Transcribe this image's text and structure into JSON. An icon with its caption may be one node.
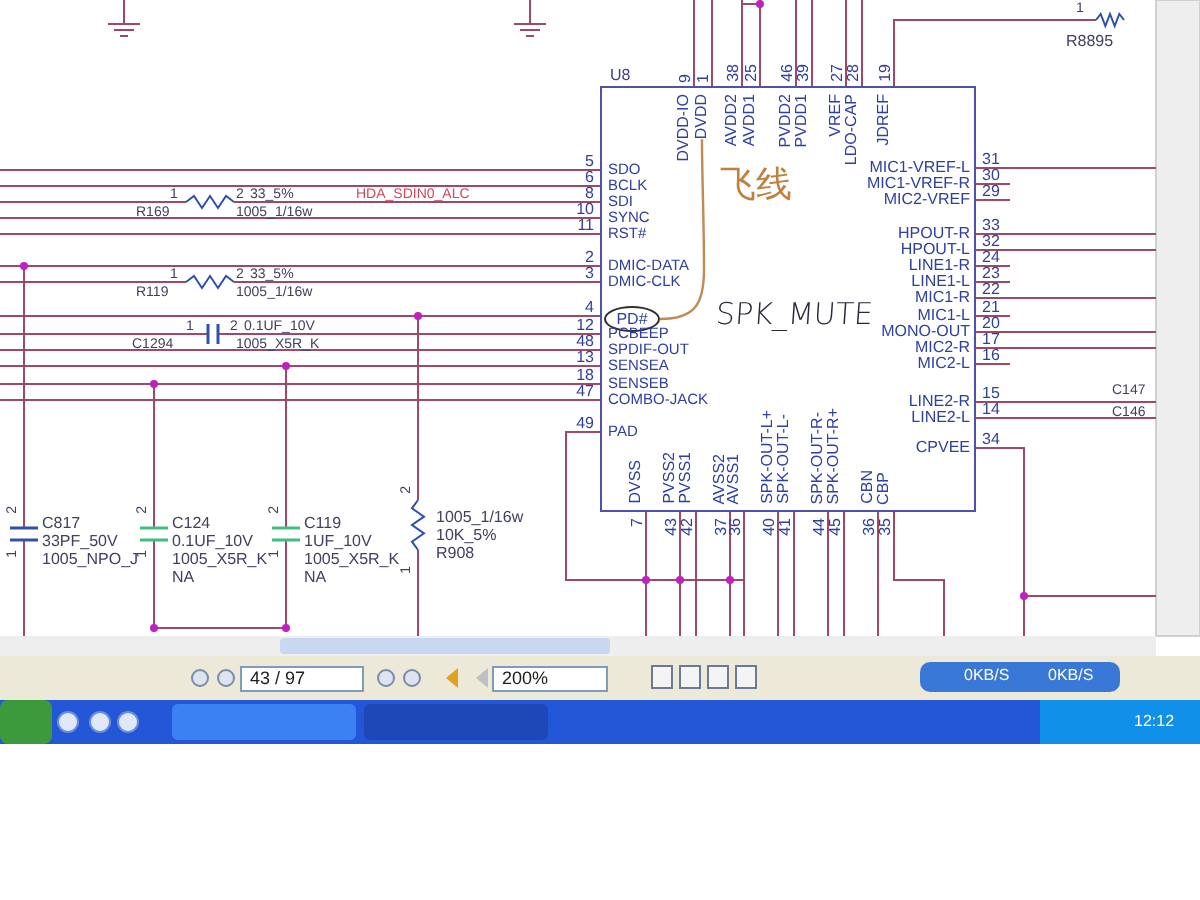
{
  "diagram": {
    "nodes": [
      {
        "text": [
          "U8"
        ]
      },
      {
        "text": [
          "PD#"
        ],
        "in": 0
      },
      {
        "text": [
          "DVDD"
        ],
        "in": 0
      }
    ],
    "edges": [
      {
        "from": 1,
        "to": 2,
        "arrow": "none"
      }
    ],
    "labels": [
      "5",
      "SDO",
      "6",
      "BCLK",
      "8",
      "SDI",
      "10",
      "SYNC",
      "11",
      "RST#",
      "2",
      "DMIC-DATA",
      "3",
      "DMIC-CLK",
      "4",
      "12",
      "PCBEEP",
      "48",
      "SPDIF-OUT",
      "13",
      "SENSEA",
      "18",
      "SENSEB",
      "47",
      "COMBO-JACK",
      "49",
      "PAD",
      "9",
      "DVDD-IO",
      "1",
      "38",
      "AVDD2",
      "25",
      "AVDD1",
      "46",
      "PVDD2",
      "39",
      "PVDD1",
      "27",
      "VREF",
      "28",
      "LDO-CAP",
      "19",
      "JDREF",
      "MIC1-VREF-L",
      "31",
      "MIC1-VREF-R",
      "30",
      "MIC2-VREF",
      "29",
      "HPOUT-R",
      "33",
      "HPOUT-L",
      "32",
      "LINE1-R",
      "24",
      "LINE1-L",
      "23",
      "MIC1-R",
      "22",
      "MIC1-L",
      "21",
      "MONO-OUT",
      "20",
      "MIC2-R",
      "17",
      "MIC2-L",
      "16",
      "LINE2-R",
      "15",
      "LINE2-L",
      "14",
      "CPVEE",
      "34",
      "DVSS",
      "7",
      "PVSS2",
      "43",
      "PVSS1",
      "42",
      "AVSS2",
      "37",
      "AVSS1",
      "36",
      "SPK-OUT-L+",
      "40",
      "SPK-OUT-L-",
      "41",
      "SPK-OUT-R-",
      "44",
      "SPK-OUT-R+",
      "45",
      "CBN",
      "36",
      "CBP",
      "35",
      "1",
      "2",
      "33_5%",
      "R169",
      "1005_1/16w",
      "HDA_SDIN0_ALC",
      "1",
      "2",
      "33_5%",
      "R119",
      "1005_1/16w",
      "1",
      "2",
      "0.1UF_10V",
      "C1294",
      "1005_X5R_K",
      "2",
      "1",
      "C817",
      "33PF_50V",
      "1005_NPO_J",
      "2",
      "1",
      "C124",
      "0.1UF_10V",
      "1005_X5R_K",
      "NA",
      "2",
      "1",
      "C119",
      "1UF_10V",
      "1005_X5R_K",
      "NA",
      "2",
      "1",
      "1005_1/16w",
      "10K_5%",
      "R908",
      "C147",
      "C146",
      "1",
      "R8895",
      "飞线",
      "SPK_MUTE",
      "43 / 97",
      "200%",
      "0KB/S",
      "0KB/S",
      "12:12"
    ]
  }
}
